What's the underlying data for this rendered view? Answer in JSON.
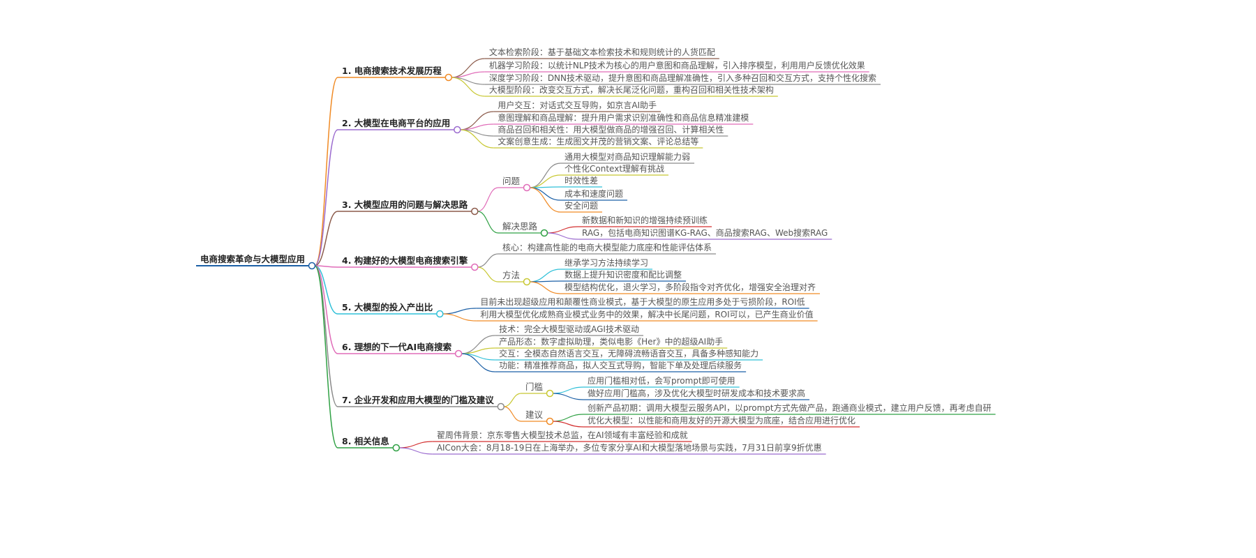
{
  "root": {
    "label": "电商搜索革命与大模型应用",
    "color": "#1b5fa6"
  },
  "branches": [
    {
      "label": "1. 电商搜索技术发展历程",
      "color": "#f08a24",
      "children": [
        {
          "label": "文本检索阶段：基于基础文本检索技术和规则统计的人货匹配",
          "color": "#8b5a4a"
        },
        {
          "label": "机器学习阶段：以统计NLP技术为核心的用户意图和商品理解，引入排序模型，利用用户反馈优化效果",
          "color": "#e06bb8"
        },
        {
          "label": "深度学习阶段：DNN技术驱动，提升意图和商品理解准确性，引入多种召回和交互方式，支持个性化搜索",
          "color": "#8a8a8a"
        },
        {
          "label": "大模型阶段：改变交互方式，解决长尾泛化问题，重构召回和相关性技术架构",
          "color": "#c8c832"
        }
      ]
    },
    {
      "label": "2. 大模型在电商平台的应用",
      "color": "#9b6bcf",
      "children": [
        {
          "label": "用户交互：对话式交互导购，如京言AI助手",
          "color": "#8b5a4a"
        },
        {
          "label": "意图理解和商品理解：提升用户需求识别准确性和商品信息精准建模",
          "color": "#e06bb8"
        },
        {
          "label": "商品召回和相关性：用大模型做商品的增强召回、计算相关性",
          "color": "#8a8a8a"
        },
        {
          "label": "文案创意生成：生成图文并茂的营销文案、评论总结等",
          "color": "#c8c832"
        }
      ]
    },
    {
      "label": "3. 大模型应用的问题与解决思路",
      "color": "#8b5a4a",
      "children": [
        {
          "label": "问题",
          "color": "#e06bb8",
          "children": [
            {
              "label": "通用大模型对商品知识理解能力弱",
              "color": "#8a8a8a"
            },
            {
              "label": "个性化Context理解有挑战",
              "color": "#c8c832"
            },
            {
              "label": "时效性差",
              "color": "#2fc0d8"
            },
            {
              "label": "成本和速度问题",
              "color": "#1b5fa6"
            },
            {
              "label": "安全问题",
              "color": "#f08a24"
            }
          ]
        },
        {
          "label": "解决思路",
          "color": "#2ea043",
          "children": [
            {
              "label": "新数据和新知识的增强持续预训练",
              "color": "#d32f2f"
            },
            {
              "label": "RAG，包括电商知识图谱KG-RAG、商品搜索RAG、Web搜索RAG",
              "color": "#9b6bcf"
            }
          ]
        }
      ]
    },
    {
      "label": "4. 构建好的大模型电商搜索引擎",
      "color": "#e06bb8",
      "children": [
        {
          "label": "核心：构建高性能的电商大模型能力底座和性能评估体系",
          "color": "#8a8a8a"
        },
        {
          "label": "方法",
          "color": "#c8c832",
          "children": [
            {
              "label": "继承学习方法持续学习",
              "color": "#2fc0d8"
            },
            {
              "label": "数据上提升知识密度和配比调整",
              "color": "#1b5fa6"
            },
            {
              "label": "模型结构优化，退火学习，多阶段指令对齐优化，增强安全治理对齐",
              "color": "#f08a24"
            }
          ]
        }
      ]
    },
    {
      "label": "5. 大模型的投入产出比",
      "color": "#2fc0d8",
      "children": [
        {
          "label": "目前未出现超级应用和颠覆性商业模式，基于大模型的原生应用多处于亏损阶段，ROI低",
          "color": "#1b5fa6"
        },
        {
          "label": "利用大模型优化成熟商业模式业务中的效果，解决中长尾问题，ROI可以，已产生商业价值",
          "color": "#f08a24"
        }
      ]
    },
    {
      "label": "6. 理想的下一代AI电商搜索",
      "color": "#e06bb8",
      "children": [
        {
          "label": "技术：完全大模型驱动或AGI技术驱动",
          "color": "#8a8a8a"
        },
        {
          "label": "产品形态：数字虚拟助理，类似电影《Her》中的超级AI助手",
          "color": "#c8c832"
        },
        {
          "label": "交互：全模态自然语言交互，无障碍流畅语音交互，具备多种感知能力",
          "color": "#2fc0d8"
        },
        {
          "label": "功能：精准推荐商品，拟人交互式导购，智能下单及处理后续服务",
          "color": "#1b5fa6"
        }
      ]
    },
    {
      "label": "7. 企业开发和应用大模型的门槛及建议",
      "color": "#8a8a8a",
      "children": [
        {
          "label": "门槛",
          "color": "#c8c832",
          "children": [
            {
              "label": "应用门槛相对低，会写prompt即可使用",
              "color": "#2fc0d8"
            },
            {
              "label": "做好应用门槛高，涉及优化大模型时研发成本和技术要求高",
              "color": "#1b5fa6"
            }
          ]
        },
        {
          "label": "建议",
          "color": "#f08a24",
          "children": [
            {
              "label": "创新产品初期：调用大模型云服务API，以prompt方式先做产品，跑通商业模式，建立用户反馈，再考虑自研",
              "color": "#2ea043"
            },
            {
              "label": "优化大模型：以性能和商用友好的开源大模型为底座，结合应用进行优化",
              "color": "#d32f2f"
            }
          ]
        }
      ]
    },
    {
      "label": "8. 相关信息",
      "color": "#2ea043",
      "children": [
        {
          "label": "翟周伟背景：京东零售大模型技术总监，在AI领域有丰富经验和成就",
          "color": "#d32f2f"
        },
        {
          "label": "AICon大会：8月18-19日在上海举办，多位专家分享AI和大模型落地场景与实践，7月31日前享9折优惠",
          "color": "#9b6bcf"
        }
      ]
    }
  ]
}
